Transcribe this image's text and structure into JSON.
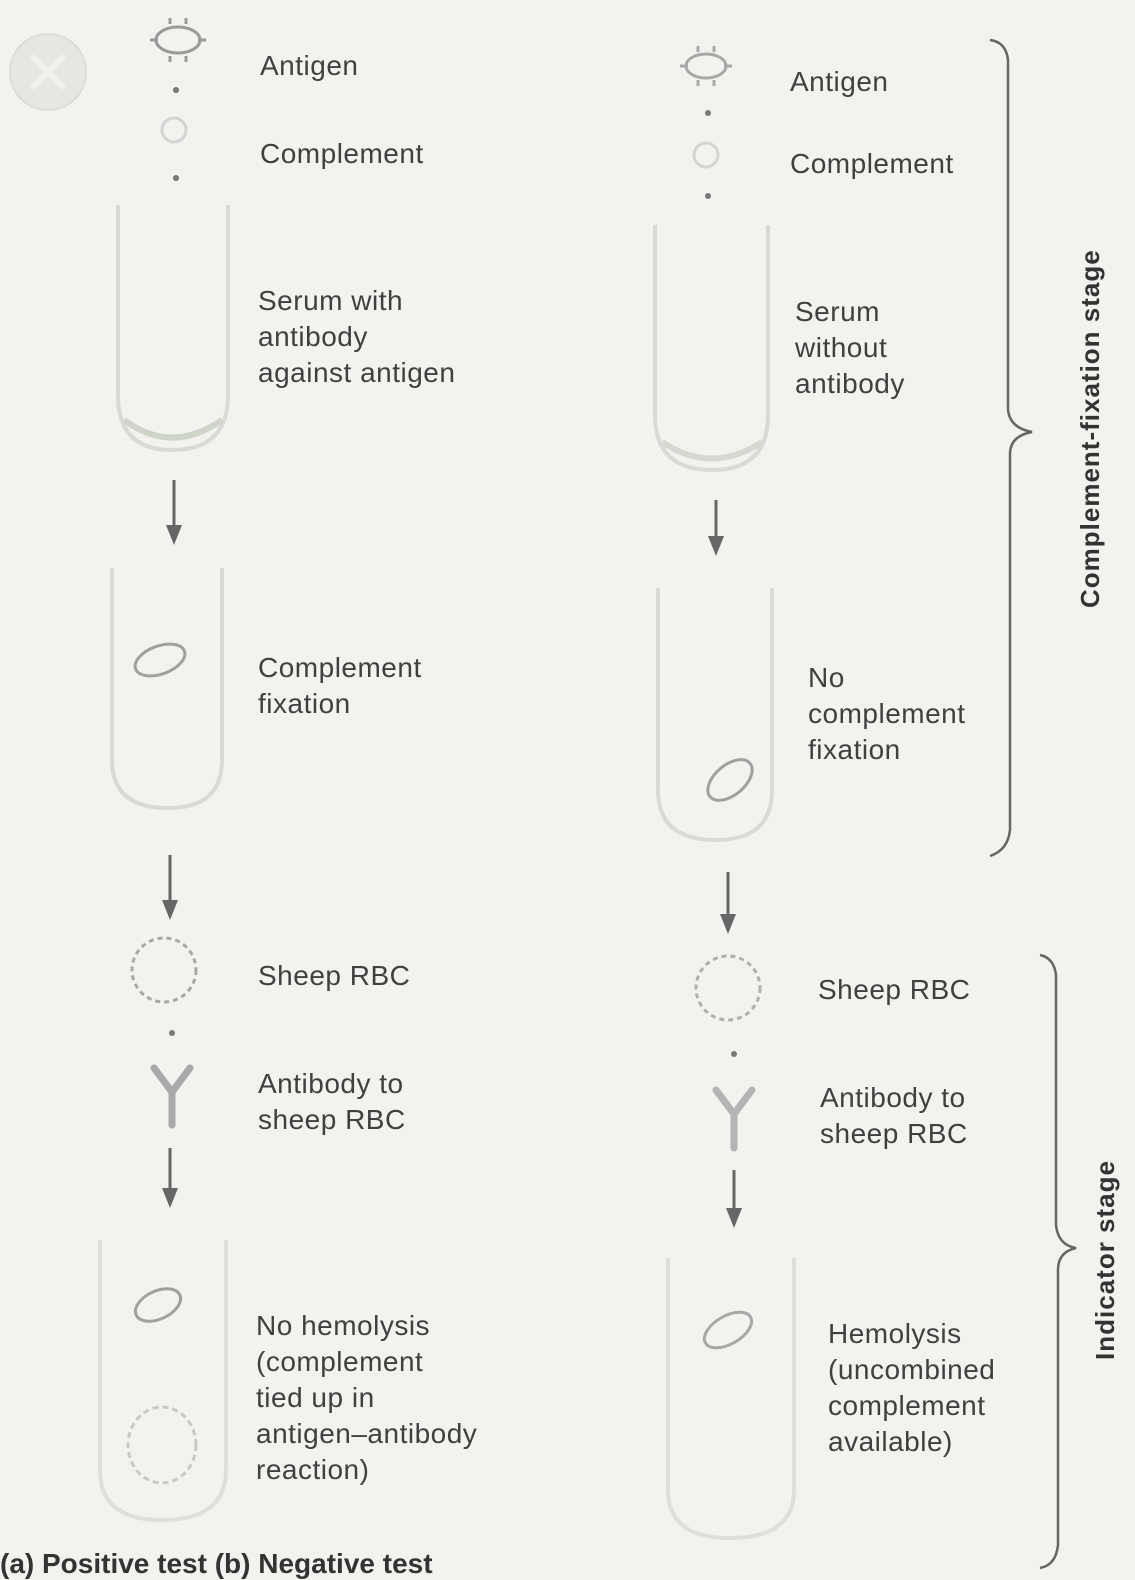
{
  "left_column": {
    "antigen": "Antigen",
    "complement": "Complement",
    "serum": "Serum with\nantibody\nagainst antigen",
    "fixation": "Complement\nfixation",
    "sheep_rbc": "Sheep RBC",
    "antibody": "Antibody to\nsheep RBC",
    "result": "No hemolysis\n(complement\ntied up in\nantigen–antibody\nreaction)"
  },
  "right_column": {
    "antigen": "Antigen",
    "complement": "Complement",
    "serum": "Serum\nwithout\nantibody",
    "fixation": "No\ncomplement\nfixation",
    "sheep_rbc": "Sheep RBC",
    "antibody": "Antibody to\nsheep RBC",
    "result": "Hemolysis\n(uncombined\ncomplement\navailable)"
  },
  "stages": {
    "fixation_stage": "Complement-fixation stage",
    "indicator_stage": "Indicator stage"
  },
  "caption": "(a) Positive test    (b) Negative test"
}
